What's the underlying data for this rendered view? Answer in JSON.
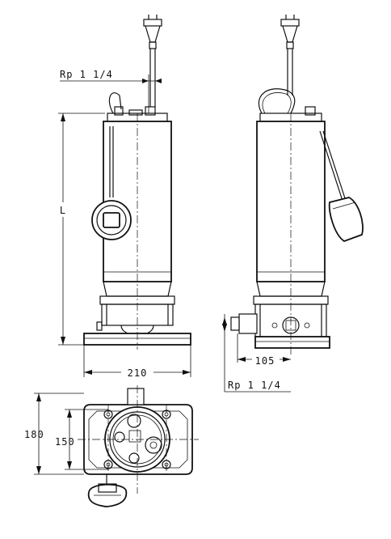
{
  "dimensions": {
    "thread_top": "Rp  1  1/4",
    "length": "L",
    "width_210": "210",
    "offset_105": "105",
    "thread_side": "Rp  1  1/4",
    "height_180": "180",
    "height_150": "150"
  }
}
